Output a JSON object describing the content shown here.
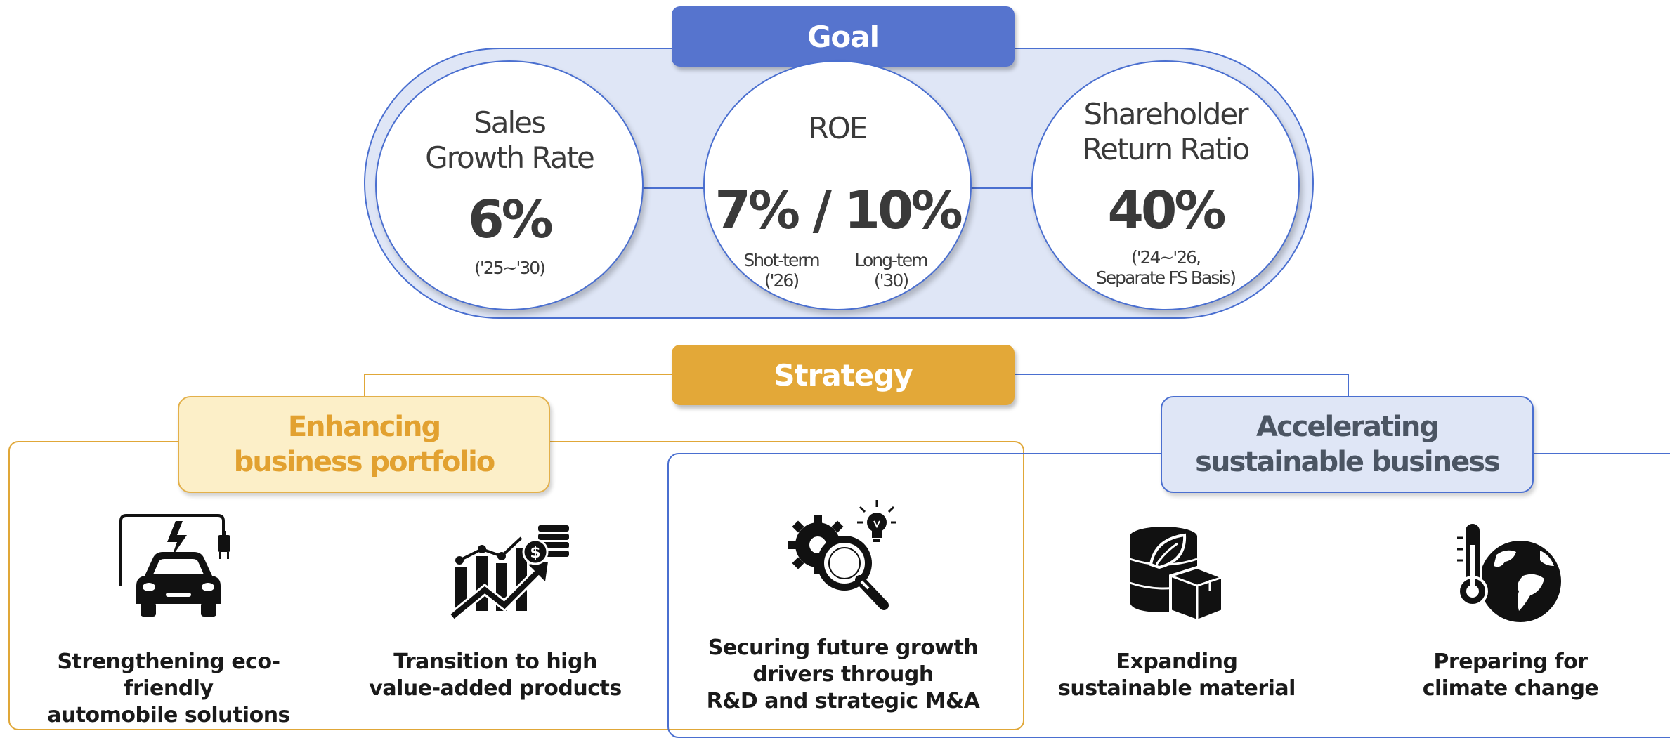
{
  "goal": {
    "header": "Goal",
    "sales": {
      "title": "Sales\nGrowth Rate",
      "value": "6%",
      "note": "('25~'30)"
    },
    "roe": {
      "title": "ROE",
      "value": "7% / 10%",
      "short_label": "Shot-term\n('26)",
      "long_label": "Long-tem\n('30)"
    },
    "shareholder": {
      "title": "Shareholder\nReturn Ratio",
      "value": "40%",
      "note": "('24~'26,\nSeparate FS Basis)"
    }
  },
  "strategy": {
    "header": "Strategy",
    "left_category": "Enhancing\nbusiness portfolio",
    "right_category": "Accelerating\nsustainable business",
    "items": [
      {
        "icon": "ev-charging-car-icon",
        "label": "Strengthening eco-friendly\nautomobile solutions"
      },
      {
        "icon": "growth-chart-coins-icon",
        "label": "Transition to high\nvalue-added products"
      },
      {
        "icon": "gear-magnifier-lightbulb-icon",
        "label": "Securing future growth\ndrivers through\nR&D and strategic M&A"
      },
      {
        "icon": "leaf-barrel-box-icon",
        "label": "Expanding\nsustainable material"
      },
      {
        "icon": "thermometer-globe-icon",
        "label": "Preparing for\nclimate change"
      }
    ]
  },
  "colors": {
    "goal_blue": "#5674ce",
    "strategy_orange": "#e3a838",
    "pill_fill": "#dfe6f6",
    "orange_category_fill": "#fcefc8"
  }
}
